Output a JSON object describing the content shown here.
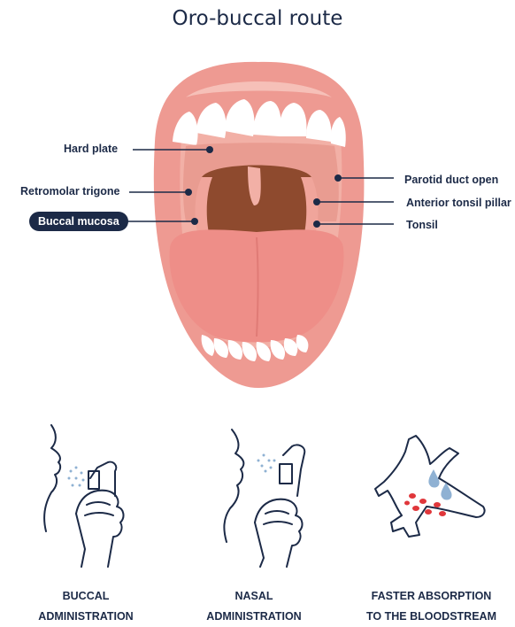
{
  "title": "Oro-buccal route",
  "labels": {
    "hard_plate": "Hard plate",
    "retromolar_trigone": "Retromolar trigone",
    "buccal_mucosa": "Buccal mucosa",
    "parotid_duct_open": "Parotid duct open",
    "anterior_tonsil_pillar": "Anterior tonsil pillar",
    "tonsil": "Tonsil"
  },
  "captions": {
    "buccal": [
      "BUCCAL",
      "ADMINISTRATION"
    ],
    "nasal": [
      "NASAL",
      "ADMINISTRATION"
    ],
    "absorption": [
      "FASTER ABSORPTION",
      "TO THE BLOODSTREAM"
    ]
  },
  "colors": {
    "navy": "#1c2a47",
    "lip": "#ee9a92",
    "mouth_interior": "#f2b0a6",
    "throat": "#8e4a2e",
    "tongue": "#ee8e88",
    "teeth": "#ffffff",
    "drop": "#8fb1d3",
    "blood": "#e0373b"
  }
}
